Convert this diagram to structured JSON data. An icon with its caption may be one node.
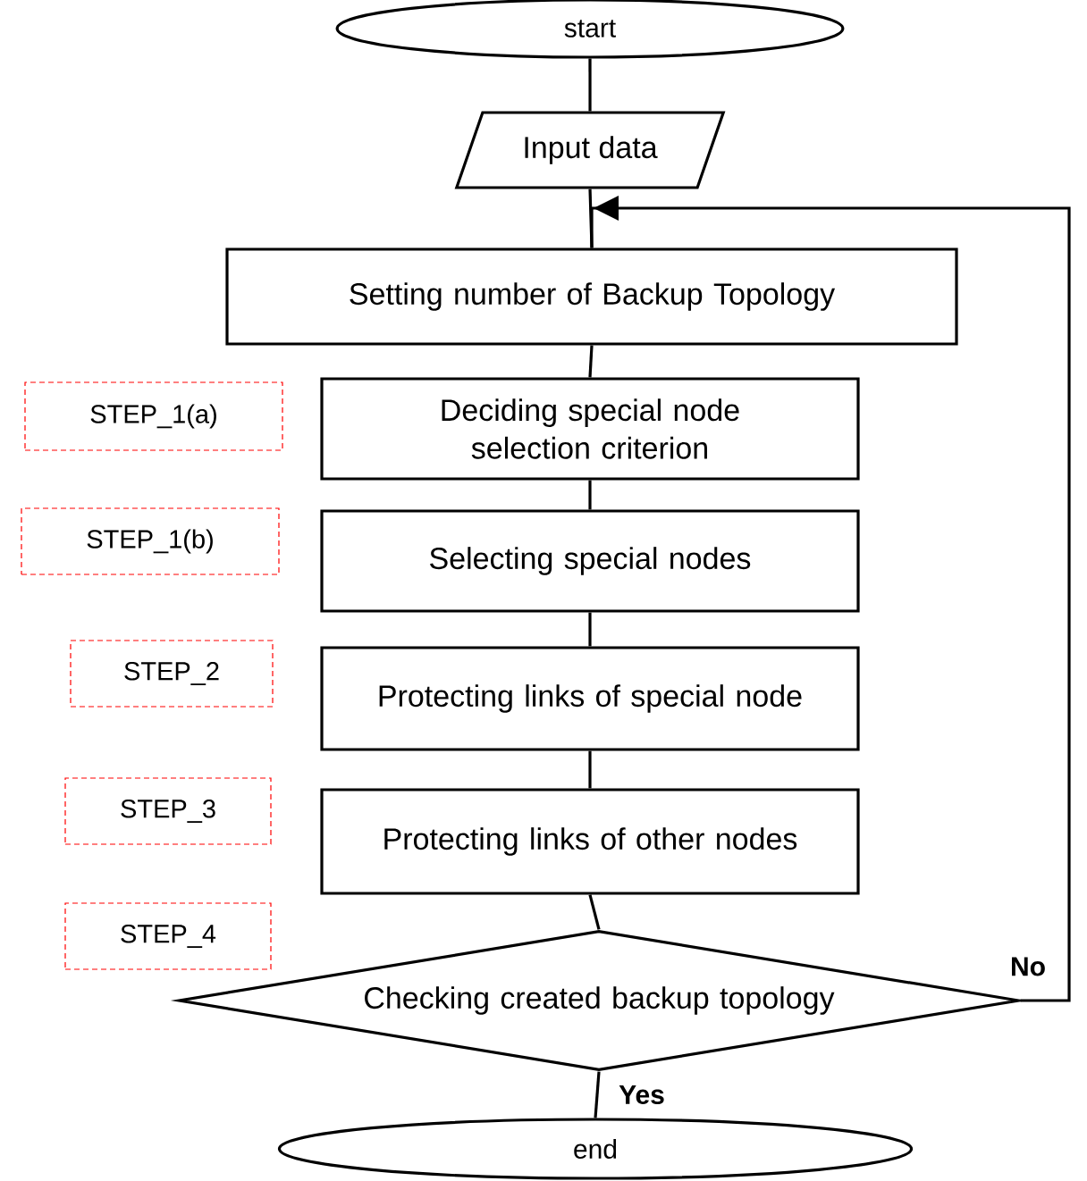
{
  "diagram": {
    "nodes": [
      {
        "text": [
          "start"
        ]
      },
      {
        "text": [
          "Input data"
        ]
      },
      {
        "text": [
          "Setting number of Backup Topology"
        ]
      },
      {
        "text": [
          "Deciding special node selection criterion"
        ]
      },
      {
        "text": [
          "Selecting special nodes"
        ]
      },
      {
        "text": [
          "Protecting links of special node"
        ]
      },
      {
        "text": [
          "Protecting links of other nodes"
        ]
      },
      {
        "text": [
          "Checking created backup topology"
        ]
      },
      {
        "text": [
          "end"
        ]
      },
      {
        "text": [
          "STEP_1(a)"
        ]
      },
      {
        "text": [
          "STEP_1(b)"
        ]
      },
      {
        "text": [
          "STEP_2"
        ]
      },
      {
        "text": [
          "STEP_3"
        ]
      },
      {
        "text": [
          "STEP_4"
        ]
      }
    ],
    "edges": [
      {
        "from": 0,
        "to": 1,
        "arrow": "none"
      },
      {
        "from": 1,
        "to": 2,
        "arrow": "none"
      },
      {
        "from": 2,
        "to": 3,
        "arrow": "none"
      },
      {
        "from": 3,
        "to": 4,
        "arrow": "none"
      },
      {
        "from": 4,
        "to": 5,
        "arrow": "none"
      },
      {
        "from": 5,
        "to": 6,
        "arrow": "none"
      },
      {
        "from": 6,
        "to": 7,
        "arrow": "none"
      },
      {
        "from": 7,
        "to": 8,
        "arrow": "none",
        "label": "Yes"
      },
      {
        "from": 7,
        "to": 2,
        "arrow": "to",
        "label": "No"
      }
    ]
  }
}
